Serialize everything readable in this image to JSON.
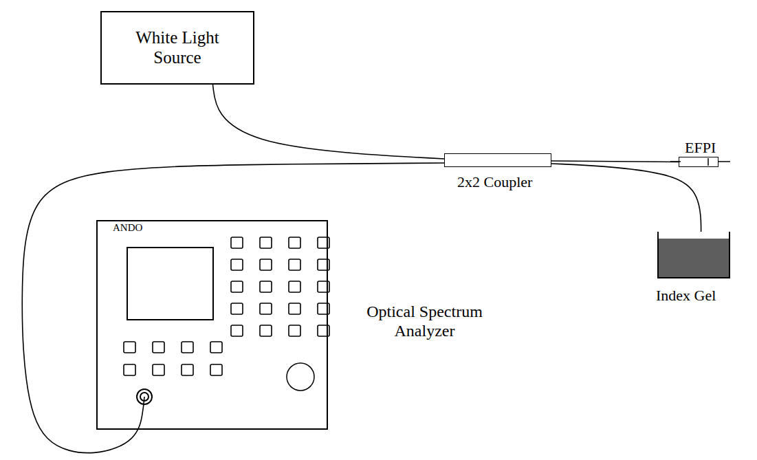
{
  "diagram": {
    "nodes": [
      {
        "text": [
          "White Light Source"
        ]
      },
      {
        "text": [
          "2x2 Coupler"
        ]
      },
      {
        "text": [
          "EFPI"
        ]
      },
      {
        "text": [
          "Index Gel"
        ]
      },
      {
        "text": [
          "ANDO",
          "Optical Spectrum Analyzer"
        ]
      }
    ],
    "edges": [
      {
        "from": 0,
        "to": 1,
        "arrow": "none"
      },
      {
        "from": 1,
        "to": 2,
        "arrow": "none"
      },
      {
        "from": 1,
        "to": 3,
        "arrow": "none"
      },
      {
        "from": 1,
        "to": 4,
        "arrow": "none"
      }
    ]
  }
}
